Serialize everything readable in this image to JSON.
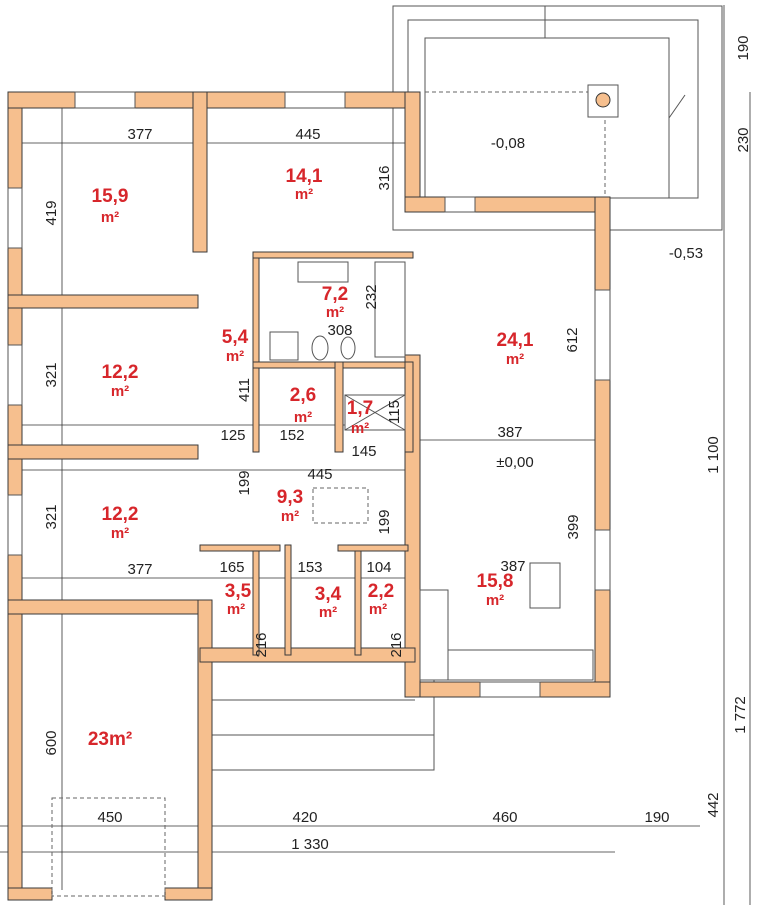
{
  "title": "Floor plan",
  "colors": {
    "wall": "#f6bf8e",
    "area_label": "#d7262b"
  },
  "rooms": [
    {
      "id": "bedroom-1",
      "area": "15,9",
      "unit": "m²"
    },
    {
      "id": "bedroom-2",
      "area": "14,1",
      "unit": "m²"
    },
    {
      "id": "bathroom",
      "area": "7,2",
      "unit": "m²"
    },
    {
      "id": "corridor",
      "area": "5,4",
      "unit": "m²"
    },
    {
      "id": "room-12-2-a",
      "area": "12,2",
      "unit": "m²"
    },
    {
      "id": "living-room",
      "area": "24,1",
      "unit": "m²"
    },
    {
      "id": "wc",
      "area": "2,6",
      "unit": "m²"
    },
    {
      "id": "shower",
      "area": "1,7",
      "unit": "m²"
    },
    {
      "id": "hall",
      "area": "9,3",
      "unit": "m²"
    },
    {
      "id": "room-12-2-b",
      "area": "12,2",
      "unit": "m²"
    },
    {
      "id": "utility",
      "area": "3,5",
      "unit": "m²"
    },
    {
      "id": "entrance",
      "area": "3,4",
      "unit": "m²"
    },
    {
      "id": "pantry",
      "area": "2,2",
      "unit": "m²"
    },
    {
      "id": "kitchen",
      "area": "15,8",
      "unit": "m²"
    },
    {
      "id": "garage",
      "area": "23m²",
      "unit": ""
    }
  ],
  "dimensions": {
    "d377a": "377",
    "d445a": "445",
    "d419": "419",
    "d316": "316",
    "d232": "232",
    "d308": "308",
    "d321a": "321",
    "d411": "411",
    "d612": "612",
    "d125": "125",
    "d152": "152",
    "d145": "145",
    "d115": "115",
    "d387a": "387",
    "d445b": "445",
    "d199a": "199",
    "d199b": "199",
    "d321b": "321",
    "d377b": "377",
    "d165": "165",
    "d153": "153",
    "d104": "104",
    "d387b": "387",
    "d399": "399",
    "d216a": "216",
    "d216b": "216",
    "d600": "600",
    "d450": "450",
    "d420": "420",
    "d460": "460",
    "d190a": "190",
    "d1330": "1 330",
    "d190b": "190",
    "d230": "230",
    "d1100": "1 100",
    "d442": "442",
    "d1772": "1 772"
  },
  "levels": {
    "terrace": "-0,08",
    "ground": "-0,53",
    "floor": "±0,00"
  }
}
